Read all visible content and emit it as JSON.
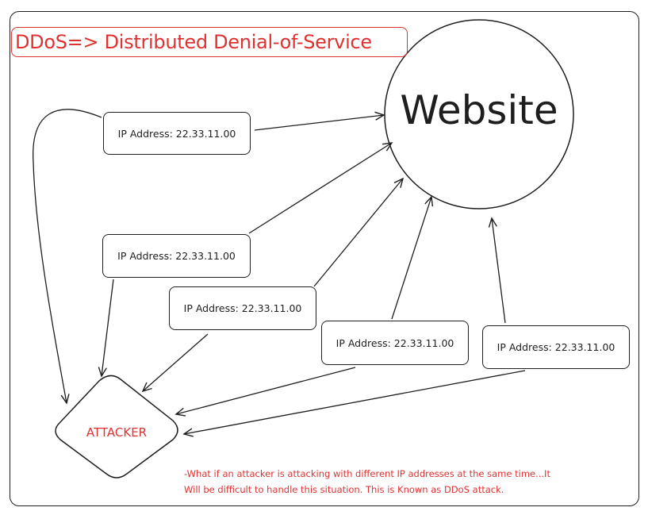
{
  "title": "DDoS=> Distributed Denial-of-Service",
  "website": {
    "label": "Website"
  },
  "attacker": {
    "label": "ATTACKER"
  },
  "ip_boxes": [
    {
      "label": "IP Address: 22.33.11.00"
    },
    {
      "label": "IP Address: 22.33.11.00"
    },
    {
      "label": "IP Address: 22.33.11.00"
    },
    {
      "label": "IP Address: 22.33.11.00"
    },
    {
      "label": "IP Address: 22.33.11.00"
    }
  ],
  "note": {
    "line1": "-What if an attacker is attacking with different IP addresses at the same time...It",
    "line2": "Will be difficult to handle this situation. This is Known as DDoS attack."
  },
  "colors": {
    "accent": "#e03131",
    "stroke": "#1e1e1e",
    "background": "#ffffff"
  }
}
